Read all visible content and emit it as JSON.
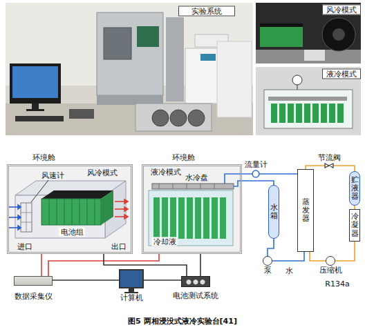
{
  "diagram": {
    "caption": "图5 两相浸没式液冷实验台[41]",
    "nodes": [
      {
        "text": [
          "环境舱"
        ]
      },
      {
        "text": [
          "环境舱"
        ]
      },
      {
        "text": [
          "水箱"
        ]
      },
      {
        "text": [
          "蒸发器"
        ]
      },
      {
        "text": [
          "贮液器"
        ]
      },
      {
        "text": [
          "冷凝器"
        ]
      },
      {
        "text": [
          "泵"
        ]
      },
      {
        "text": [
          "压缩机"
        ]
      },
      {
        "text": [
          "数据采集仪"
        ]
      },
      {
        "text": [
          "计算机"
        ]
      },
      {
        "text": [
          "电池测试系统"
        ]
      }
    ],
    "edges": [
      {
        "from": 8,
        "to": 0,
        "arrow": "none"
      },
      {
        "from": 8,
        "to": 1,
        "arrow": "none"
      },
      {
        "from": 10,
        "to": 0,
        "arrow": "none"
      },
      {
        "from": 10,
        "to": 1,
        "arrow": "none"
      },
      {
        "from": 9,
        "to": 8,
        "arrow": "none"
      },
      {
        "from": 9,
        "to": 10,
        "arrow": "none"
      },
      {
        "from": 1,
        "to": 3,
        "arrow": "none"
      },
      {
        "from": 1,
        "to": 2,
        "arrow": "none"
      },
      {
        "from": 2,
        "to": 6,
        "arrow": "none"
      },
      {
        "from": 6,
        "to": 3,
        "arrow": "none",
        "label": "水"
      },
      {
        "from": 3,
        "to": 4,
        "arrow": "none"
      },
      {
        "from": 4,
        "to": 5,
        "arrow": "none"
      },
      {
        "from": 5,
        "to": 7,
        "arrow": "none"
      },
      {
        "from": 7,
        "to": 3,
        "arrow": "none",
        "label": "R134a"
      }
    ],
    "labels": [
      "实验系统",
      "风冷模式",
      "液冷模式",
      "风冷模式",
      "风速计",
      "出口",
      "电池组",
      "进口",
      "液冷模式",
      "水冷盘",
      "冷却液",
      "流量计",
      "节流阀"
    ]
  }
}
